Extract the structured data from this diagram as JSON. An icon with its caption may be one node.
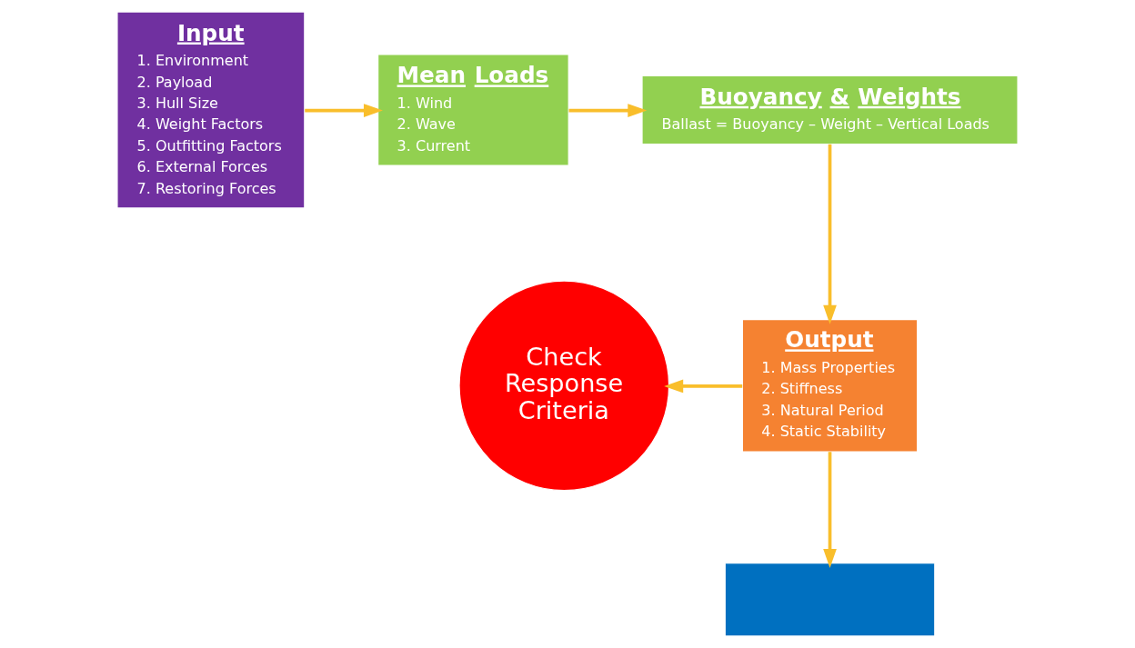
{
  "diagram": {
    "nodes": [
      {
        "text": [
          "Input",
          "1. Environment",
          "2. Payload",
          "3. Hull Size",
          "4. Weight Factors",
          "5. Outfitting Factors",
          "6. External Forces",
          "7. Restoring Forces"
        ]
      },
      {
        "text": [
          "Mean Loads",
          "1. Wind",
          "2. Wave",
          "3. Current"
        ]
      },
      {
        "text": [
          "Buoyancy & Weights",
          "Ballast = Buoyancy – Weight – Vertical Loads"
        ]
      },
      {
        "text": [
          "Output",
          "1. Mass Properties",
          "2. Stiffness",
          "3. Natural Period",
          "4. Static Stability"
        ]
      },
      {
        "text": [
          "Check Response Criteria"
        ]
      },
      {
        "text": [],
        "shape": "box"
      }
    ],
    "edges": [
      {
        "from": 0,
        "to": 1,
        "arrow": "to"
      },
      {
        "from": 1,
        "to": 2,
        "arrow": "to"
      },
      {
        "from": 2,
        "to": 3,
        "arrow": "to"
      },
      {
        "from": 3,
        "to": 4,
        "arrow": "to"
      },
      {
        "from": 3,
        "to": 5,
        "arrow": "to"
      }
    ]
  }
}
